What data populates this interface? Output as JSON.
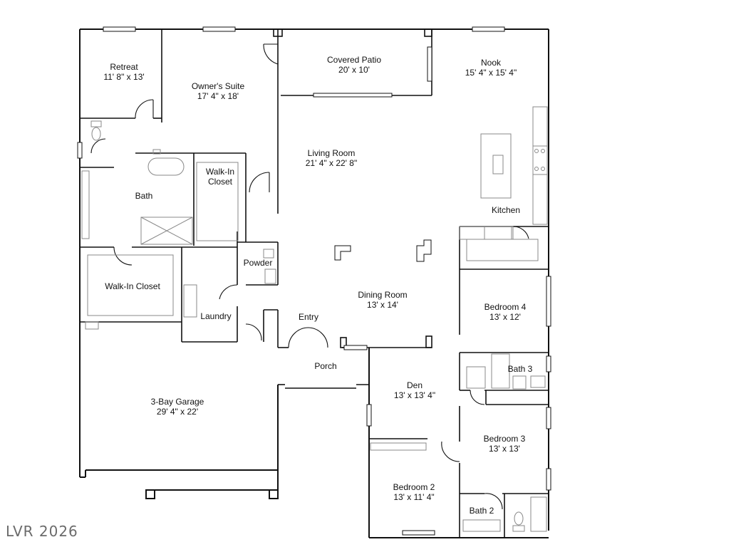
{
  "rooms": {
    "retreat": {
      "name": "Retreat",
      "size": "11' 8\" x 13'"
    },
    "owners_suite": {
      "name": "Owner's Suite",
      "size": "17' 4\" x 18'"
    },
    "covered_patio": {
      "name": "Covered Patio",
      "size": "20' x 10'"
    },
    "nook": {
      "name": "Nook",
      "size": "15' 4\" x 15' 4\""
    },
    "living_room": {
      "name": "Living Room",
      "size": "21' 4\" x 22' 8\""
    },
    "walk_in_closet_upper": {
      "name_line1": "Walk-In",
      "name_line2": "Closet"
    },
    "bath": {
      "name": "Bath"
    },
    "kitchen": {
      "name": "Kitchen"
    },
    "powder": {
      "name": "Powder"
    },
    "walk_in_closet_lower": {
      "name": "Walk-In Closet"
    },
    "laundry": {
      "name": "Laundry"
    },
    "entry": {
      "name": "Entry"
    },
    "dining_room": {
      "name": "Dining Room",
      "size": "13' x 14'"
    },
    "bedroom4": {
      "name": "Bedroom 4",
      "size": "13' x 12'"
    },
    "bath3": {
      "name": "Bath 3"
    },
    "porch": {
      "name": "Porch"
    },
    "den": {
      "name": "Den",
      "size": "13' x 13' 4\""
    },
    "garage": {
      "name": "3-Bay Garage",
      "size": "29' 4\" x 22'"
    },
    "bedroom3": {
      "name": "Bedroom 3",
      "size": "13' x 13'"
    },
    "bedroom2": {
      "name": "Bedroom 2",
      "size": "13' x 11' 4\""
    },
    "bath2": {
      "name": "Bath 2"
    }
  },
  "watermark": "LVR 2026"
}
